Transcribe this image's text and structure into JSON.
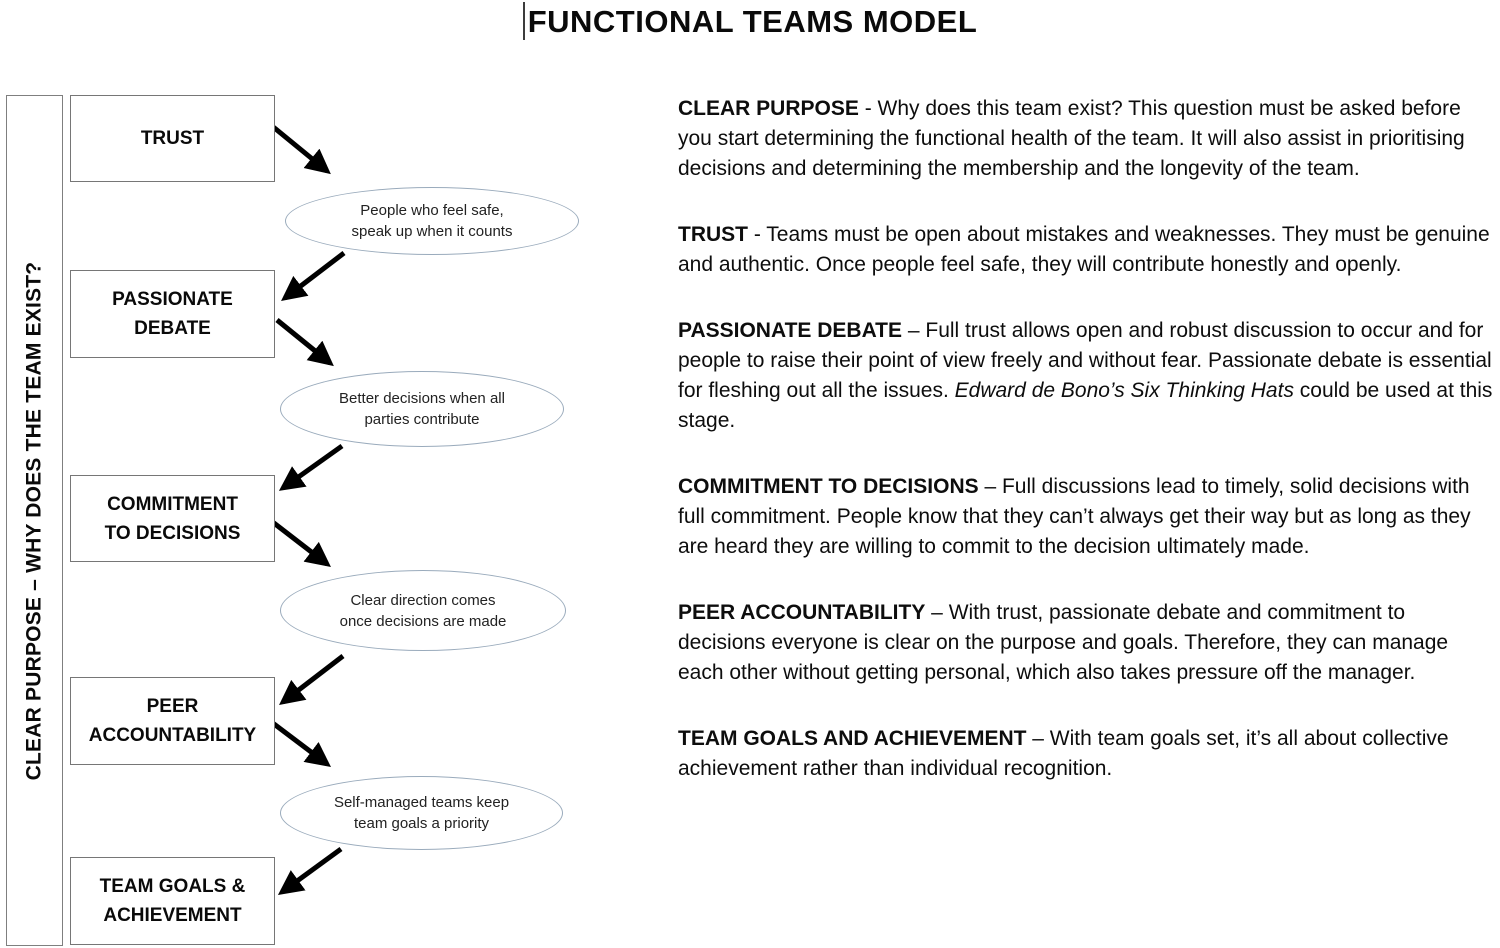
{
  "title": "FUNCTIONAL TEAMS MODEL",
  "sidebar": {
    "label": "CLEAR PURPOSE – WHY DOES THE TEAM EXIST?"
  },
  "flowchart": {
    "boxes": [
      {
        "lines": [
          "TRUST"
        ]
      },
      {
        "lines": [
          "PASSIONATE",
          "DEBATE"
        ]
      },
      {
        "lines": [
          "COMMITMENT",
          "TO DECISIONS"
        ]
      },
      {
        "lines": [
          "PEER",
          "ACCOUNTABILITY"
        ]
      },
      {
        "lines": [
          "TEAM GOALS &",
          "ACHIEVEMENT"
        ]
      }
    ],
    "ellipses": [
      {
        "lines": [
          "People who feel safe,",
          "speak up when it counts"
        ]
      },
      {
        "lines": [
          "Better decisions when all",
          "parties contribute"
        ]
      },
      {
        "lines": [
          "Clear direction comes",
          "once decisions are made"
        ]
      },
      {
        "lines": [
          "Self-managed teams keep",
          "team goals a priority"
        ]
      }
    ]
  },
  "paragraphs": [
    {
      "heading": "CLEAR PURPOSE",
      "body": " - Why does this team exist? This question must be asked before you start determining the functional health of the team. It will also assist in prioritising decisions and determining the membership and the longevity of the team.",
      "italic": "",
      "body_after": ""
    },
    {
      "heading": "TRUST",
      "body": " - Teams must be open about mistakes and weaknesses. They must be genuine and authentic. Once people feel safe, they will contribute honestly and openly.",
      "italic": "",
      "body_after": ""
    },
    {
      "heading": "PASSIONATE DEBATE",
      "body": " – Full trust allows open and robust discussion to occur and for people to raise their point of view freely and without fear. Passionate debate is essential for fleshing out all the issues. ",
      "italic": "Edward de Bono’s Six Thinking Hats",
      "body_after": " could be used at this stage."
    },
    {
      "heading": "COMMITMENT TO DECISIONS",
      "body": " – Full discussions lead to timely, solid decisions with full commitment. People know that they can’t always get their way but as long as they are heard they are willing to commit to the decision ultimately made.",
      "italic": "",
      "body_after": ""
    },
    {
      "heading": "PEER ACCOUNTABILITY",
      "body": " – With trust, passionate debate and commitment to decisions everyone is clear on the purpose and goals. Therefore, they can manage each other without getting personal, which also takes pressure off the manager.",
      "italic": "",
      "body_after": ""
    },
    {
      "heading": "TEAM GOALS AND ACHIEVEMENT",
      "body": " – With team goals set, it’s all about collective achievement rather than individual recognition.",
      "italic": "",
      "body_after": ""
    }
  ],
  "colors": {
    "box_border": "#767676",
    "ellipse_border": "#9aabbc",
    "arrow": "#000000",
    "text": "#0d0d0d"
  }
}
